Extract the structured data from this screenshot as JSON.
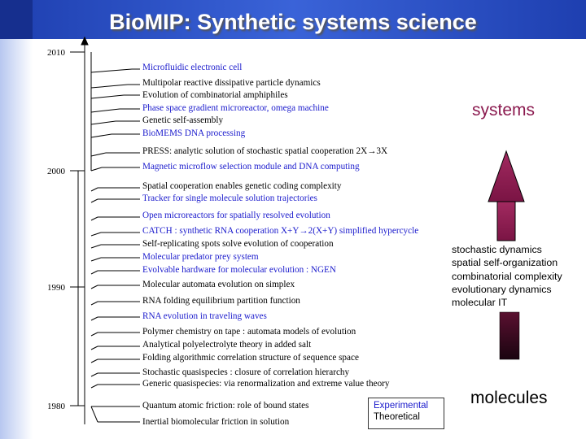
{
  "title": "BioMIP: Synthetic systems science",
  "years": [
    "2010",
    "2000",
    "1990",
    "1980"
  ],
  "events": [
    {
      "text": "Microfluidic electronic cell",
      "kind": "experimental"
    },
    {
      "text": "Multipolar reactive dissipative particle dynamics",
      "kind": "theoretical"
    },
    {
      "text": "Evolution of combinatorial amphiphiles",
      "kind": "theoretical"
    },
    {
      "text": "Phase space gradient microreactor, omega machine",
      "kind": "experimental"
    },
    {
      "text": "Genetic self-assembly",
      "kind": "theoretical"
    },
    {
      "text": "BioMEMS DNA processing",
      "kind": "experimental"
    },
    {
      "text": "PRESS: analytic solution of stochastic spatial cooperation 2X→3X",
      "kind": "theoretical"
    },
    {
      "text": "Magnetic microflow selection module and DNA computing",
      "kind": "experimental"
    },
    {
      "text": "Spatial cooperation enables genetic coding complexity",
      "kind": "theoretical"
    },
    {
      "text": "Tracker for single molecule solution trajectories",
      "kind": "experimental"
    },
    {
      "text": "Open microreactors for spatially resolved evolution",
      "kind": "experimental"
    },
    {
      "text": "CATCH : synthetic RNA cooperation X+Y→2(X+Y) simplified hypercycle",
      "kind": "experimental"
    },
    {
      "text": "Self-replicating spots solve evolution of cooperation",
      "kind": "theoretical"
    },
    {
      "text": "Molecular predator prey system",
      "kind": "experimental"
    },
    {
      "text": "Evolvable hardware for molecular evolution : NGEN",
      "kind": "experimental"
    },
    {
      "text": "Molecular automata evolution on simplex",
      "kind": "theoretical"
    },
    {
      "text": "RNA folding equilibrium partition function",
      "kind": "theoretical"
    },
    {
      "text": "RNA evolution in traveling waves",
      "kind": "experimental"
    },
    {
      "text": "Polymer chemistry on tape : automata models of evolution",
      "kind": "theoretical"
    },
    {
      "text": "Analytical polyelectrolyte theory in added salt",
      "kind": "theoretical"
    },
    {
      "text": "Folding algorithmic correlation structure of sequence space",
      "kind": "theoretical"
    },
    {
      "text": "Stochastic quasispecies : closure of correlation hierarchy",
      "kind": "theoretical"
    },
    {
      "text": "Generic quasispecies: via renormalization and extreme value theory",
      "kind": "theoretical"
    },
    {
      "text": "Quantum atomic friction: role of bound states",
      "kind": "theoretical"
    },
    {
      "text": "Inertial biomolecular friction in solution",
      "kind": "theoretical"
    }
  ],
  "scale": {
    "top_label": "systems",
    "bottom_label": "molecules"
  },
  "themes": [
    "stochastic dynamics",
    "spatial self-organization",
    "combinatorial complexity",
    "evolutionary dynamics",
    "molecular IT"
  ],
  "legend": {
    "experimental": "Experimental",
    "theoretical": "Theoretical"
  },
  "colors": {
    "experimental": "#1a1acc",
    "theoretical": "#000000",
    "systems": "#8b1a4f",
    "arrow_up": "#8e1f52",
    "arrow_down": "#2a0a18",
    "title_bg": "#2a50c8"
  }
}
